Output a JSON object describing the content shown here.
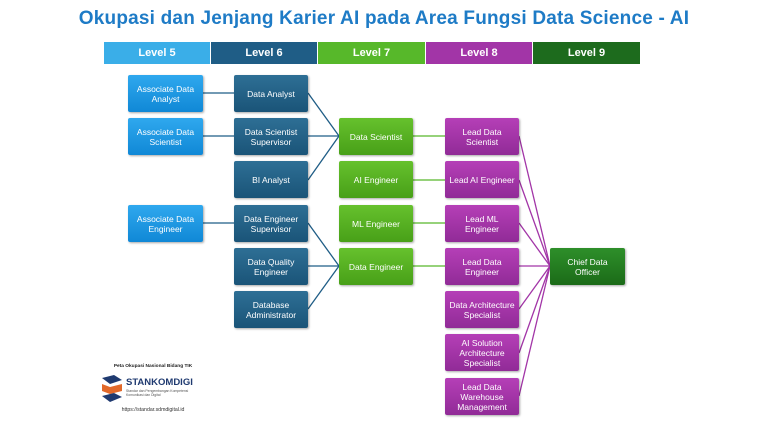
{
  "title": "Okupasi dan Jenjang Karier AI pada Area Fungsi Data Science - AI",
  "levels": [
    "Level 5",
    "Level 6",
    "Level 7",
    "Level 8",
    "Level 9"
  ],
  "level_colors": [
    "#3aaee8",
    "#1f5d86",
    "#57b82a",
    "#a235a7",
    "#1d6b1d"
  ],
  "nodes": {
    "associate_data_analyst": "Associate Data Analyst",
    "associate_data_scientist": "Associate Data Scientist",
    "associate_data_engineer": "Associate Data Engineer",
    "data_analyst": "Data Analyst",
    "data_scientist_supervisor": "Data Scientist Supervisor",
    "bi_analyst": "BI Analyst",
    "data_engineer_supervisor": "Data Engineer Supervisor",
    "data_quality_engineer": "Data Quality Engineer",
    "database_administrator": "Database Administrator",
    "data_scientist": "Data Scientist",
    "ai_engineer": "AI Engineer",
    "ml_engineer": "ML Engineer",
    "data_engineer": "Data Engineer",
    "lead_data_scientist": "Lead Data Scientist",
    "lead_ai_engineer": "Lead AI Engineer",
    "lead_ml_engineer": "Lead ML Engineer",
    "lead_data_engineer": "Lead Data Engineer",
    "data_architecture_specialist": "Data Architecture Specialist",
    "ai_solution_architecture_specialist": "AI Solution Architecture Specialist",
    "lead_data_warehouse_management": "Lead Data Warehouse Management",
    "chief_data_officer": "Chief Data Officer"
  },
  "footer": {
    "caption": "Peta Okupasi Nasional Bidang TIK",
    "logo_name": "STANKOMDIGI",
    "logo_tagline": "Standar dan Pengembangan Kompetensi Komunikasi dan Digital",
    "url": "https://standar.sdmdigital.id"
  }
}
